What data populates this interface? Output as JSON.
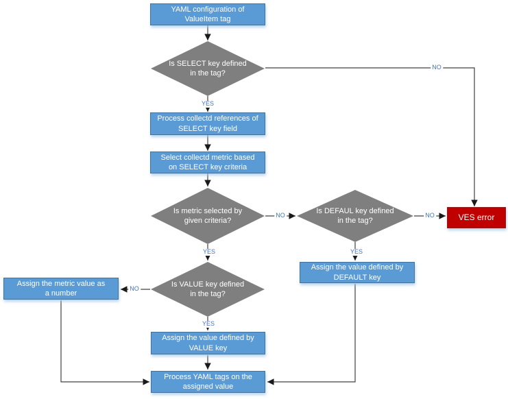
{
  "diagram": {
    "type": "flowchart",
    "colors": {
      "process_fill": "#5b9bd5",
      "process_border": "#41719c",
      "decision_fill": "#7f7f7f",
      "error_fill": "#c00000",
      "edge_label_color": "#4472c4",
      "connector_color": "#404040",
      "shadow_glow": "#bdd7ee"
    }
  },
  "nodes": {
    "start": {
      "type": "process",
      "text": "YAML configuration of ValueItem tag"
    },
    "is_select": {
      "type": "decision",
      "text": "Is SELECT key defined in the tag?"
    },
    "process_refs": {
      "type": "process",
      "text": "Process collectd references of SELECT key field"
    },
    "select_metric": {
      "type": "process",
      "text": "Select collectd metric based on SELECT key criteria"
    },
    "is_metric": {
      "type": "decision",
      "text": "Is metric selected by given criteria?"
    },
    "is_default": {
      "type": "decision",
      "text": "Is DEFAUL key defined in the tag?"
    },
    "ves_error": {
      "type": "error",
      "text": "VES error"
    },
    "assign_default": {
      "type": "process",
      "text": "Assign the value defined by DEFAULT key"
    },
    "is_value": {
      "type": "decision",
      "text": "Is VALUE key defined in the tag?"
    },
    "assign_metric": {
      "type": "process",
      "text": "Assign the metric value as a number"
    },
    "assign_value": {
      "type": "process",
      "text": "Assign the value defined by VALUE key"
    },
    "process_tags": {
      "type": "process",
      "text": "Process YAML tags on the assigned value"
    }
  },
  "edge_labels": {
    "yes": "YES",
    "no": "NO"
  }
}
